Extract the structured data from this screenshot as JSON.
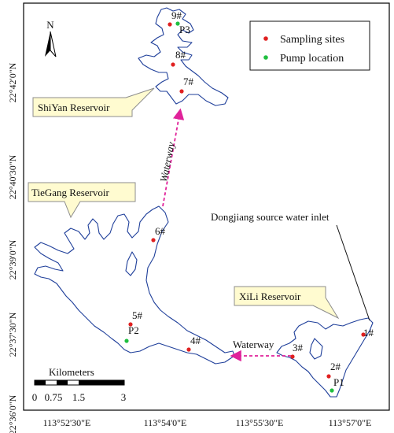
{
  "map": {
    "y_ticks": [
      "22°42'0\"N",
      "22°40'30\"N",
      "22°39'0\"N",
      "22°37'30\"N",
      "22°36'0\"N"
    ],
    "x_ticks": [
      "113°52'30\"E",
      "113°54'0\"E",
      "113°55'30\"E",
      "113°57'0\"E"
    ],
    "north_label": "N",
    "legend": {
      "sampling": "Sampling sites",
      "pump": "Pump location",
      "sampling_color": "#e02020",
      "pump_color": "#1fbf3f"
    },
    "reservoirs": {
      "shiyan": "ShiYan Reservoir",
      "tiegang": "TieGang Reservoir",
      "xili": "XiLi Reservoir"
    },
    "waterway_north": "Waterway",
    "waterway_east": "Waterway",
    "inlet_label": "Dongjiang source water inlet",
    "waterway_color": "#e0229a",
    "sites": {
      "s1": "1#",
      "s2": "2#",
      "s3": "3#",
      "s4": "4#",
      "s5": "5#",
      "s6": "6#",
      "s7": "7#",
      "s8": "8#",
      "s9": "9#"
    },
    "pumps": {
      "p1": "P1",
      "p2": "P2",
      "p3": "P3"
    },
    "scale_bar": {
      "title": "Kilometers",
      "labels": [
        "0",
        "0.75",
        "1.5",
        "3"
      ]
    }
  }
}
